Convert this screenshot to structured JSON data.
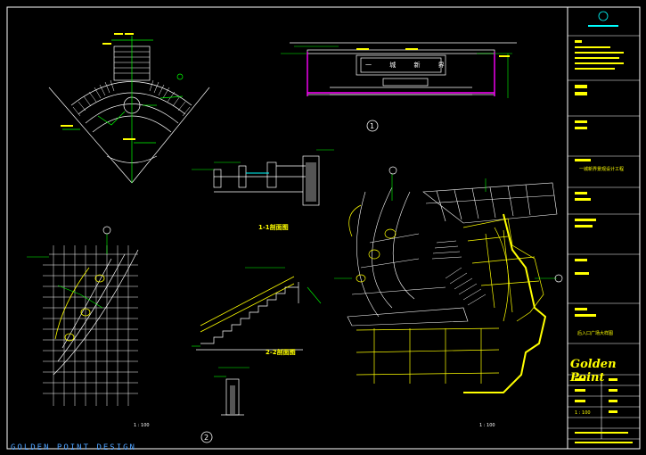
{
  "footer_text": "GOLDEN POINT DESIGN",
  "brand": "Golden Point",
  "sign_text": "一 城 新 界",
  "drawings": [
    {
      "id": "1",
      "label": "1-1剖面图"
    },
    {
      "id": "2",
      "label": "2-2剖面图"
    }
  ],
  "labels": {
    "view_a": "",
    "view_b": "",
    "view_c": "1-1剖面图",
    "view_d": "",
    "view_e": "2-2剖面图",
    "view_f": "",
    "view_g": ""
  },
  "scales": {
    "s_f": "1 : 100",
    "s_g": "1 : 100"
  },
  "title_block": {
    "project": "一城新界景观设计工程",
    "drawing": "后入口广场大样图",
    "scale": "1 : 100"
  },
  "colors": {
    "line": "#ffffff",
    "accent": "#ffff00",
    "green": "#00ff00",
    "magenta": "#ff00ff",
    "cyan": "#00ffff"
  }
}
